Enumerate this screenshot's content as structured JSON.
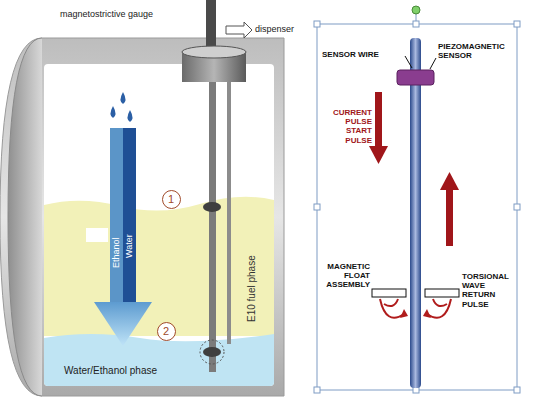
{
  "diagram": {
    "nodes": [
      {
        "text": [
          "1"
        ]
      },
      {
        "text": [
          "2"
        ]
      }
    ],
    "labels": [
      "magnetostrictive gauge",
      "dispenser",
      "Ethanol",
      "Water",
      "E10 fuel phase",
      "Water/Ethanol phase",
      "SENSOR WIRE",
      "PIEZOMAGNETIC SENSOR",
      "CURRENT PULSE START PULSE",
      "MAGNETIC FLOAT ASSEMBLY",
      "TORSIONAL WAVE RETURN PULSE"
    ]
  }
}
